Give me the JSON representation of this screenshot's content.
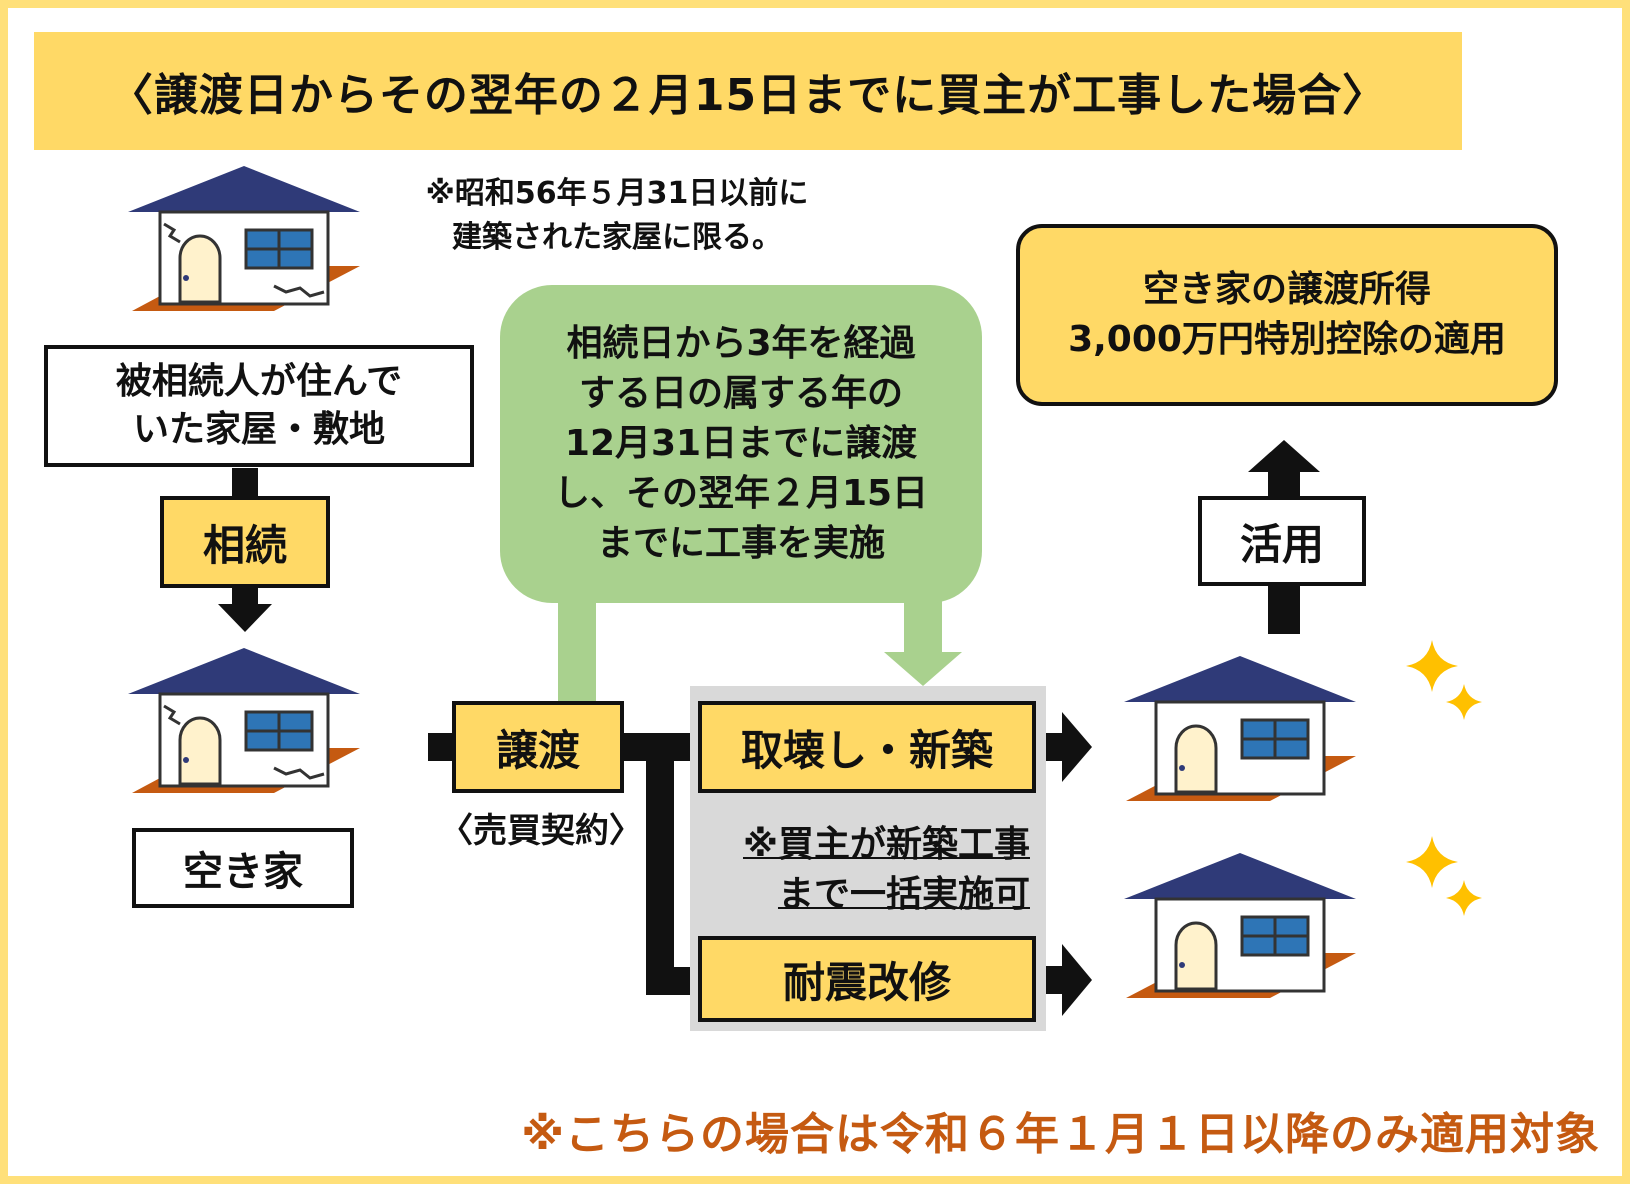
{
  "title": "〈譲渡日からその翌年の２月15日までに買主が工事した場合〉",
  "note_top": {
    "line1": "※昭和56年５月31日以前に",
    "line2": "建築された家屋に限る。"
  },
  "boxes": {
    "hisouzokunin_line1": "被相続人が住んで",
    "hisouzokunin_line2": "いた家屋・敷地",
    "souzoku": "相続",
    "akiya": "空き家",
    "jouto": "譲渡",
    "baibai": "〈売買契約〉",
    "torikowashi": "取壊し・新築",
    "taishin": "耐震改修",
    "katsuyou": "活用"
  },
  "condition_bubble": {
    "line1": "相続日から3年を経過",
    "line2": "する日の属する年の",
    "line3": "12月31日までに譲渡",
    "line4": "し、その翌年２月15日",
    "line5": "までに工事を実施"
  },
  "buyer_note": {
    "line1": "※買主が新築工事",
    "line2": "まで一括実施可"
  },
  "result": {
    "line1": "空き家の譲渡所得",
    "line2": "3,000万円特別控除の適用"
  },
  "footer_note": "※こちらの場合は令和６年１月１日以降のみ適用対象",
  "colors": {
    "banner": "#FFD966",
    "frame": "#FFE07A",
    "bubble_green": "#A9D18E",
    "roof_navy": "#2F3A78",
    "ground_orange": "#C55A11",
    "footer_text": "#C55A11",
    "sparkle": "#FFC000",
    "panel_grey": "#D9D9D9"
  }
}
